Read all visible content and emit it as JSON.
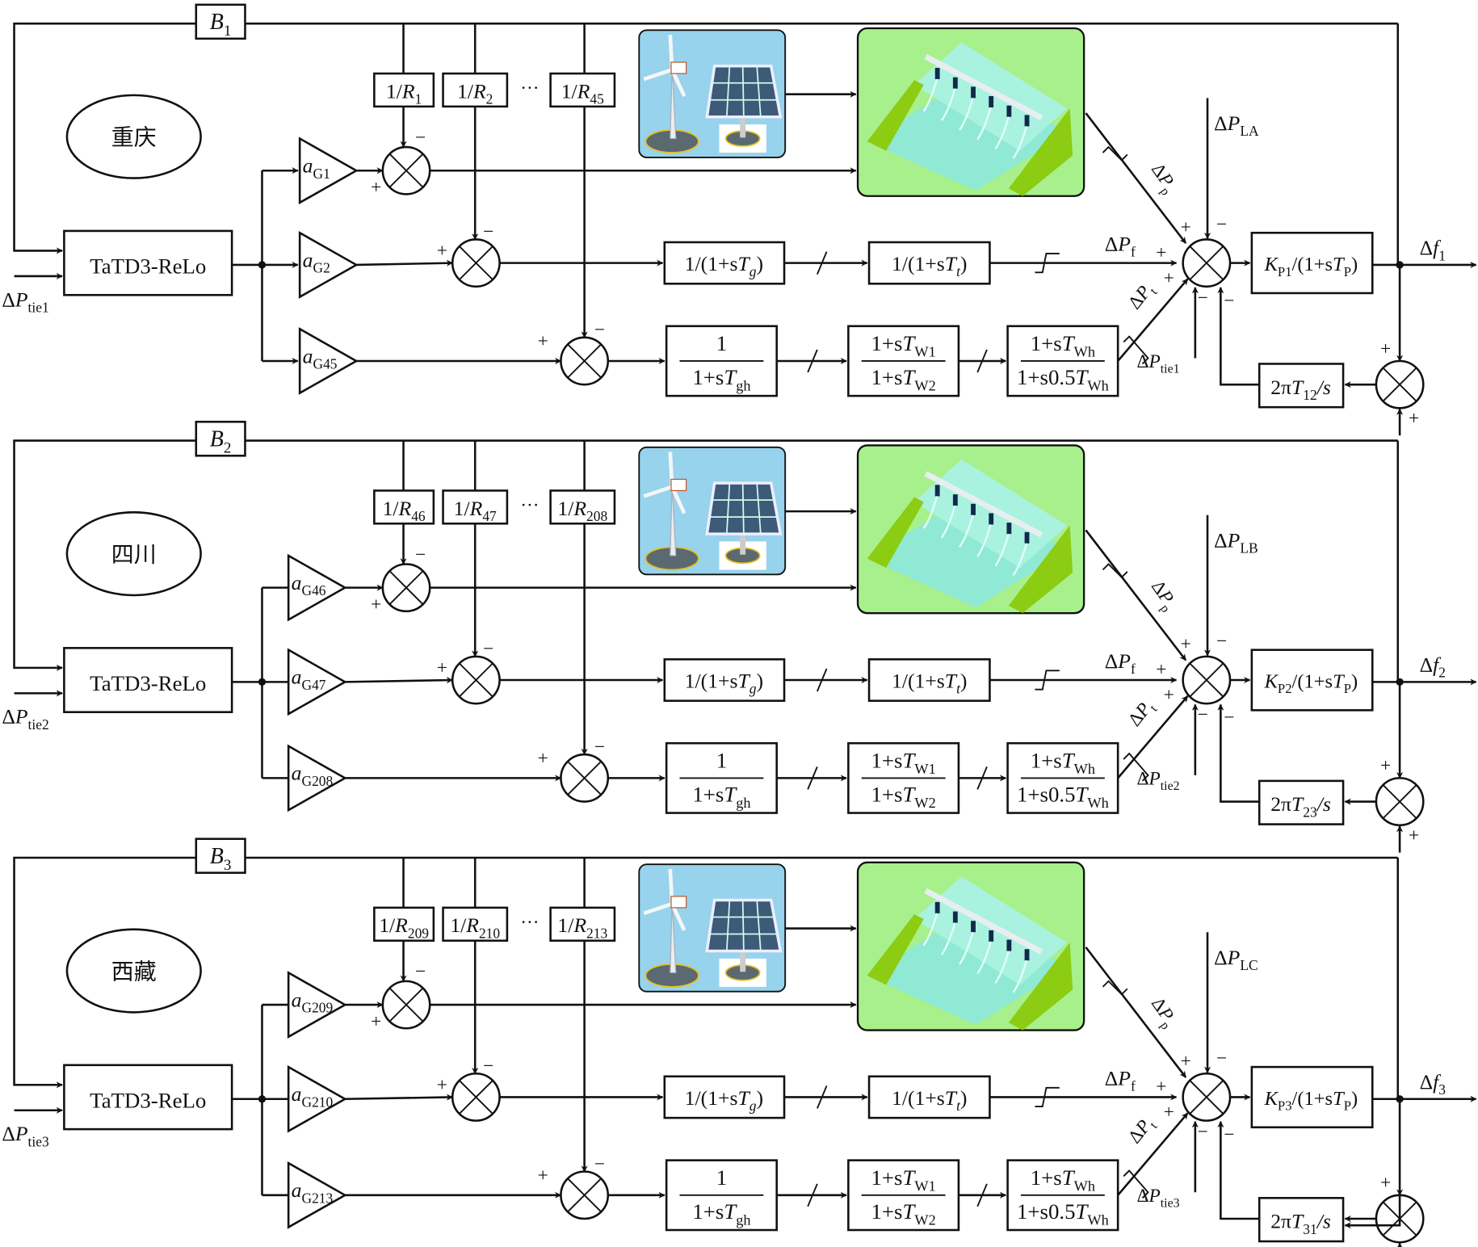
{
  "diagram": {
    "title": "Three-area hydro/wind/PV load frequency control block diagram",
    "colors": {
      "line": "#111111",
      "hydro_bg": "#a8f08c",
      "hydro_slope": "#8ccc12",
      "hydro_water": "#8ee8d8",
      "renew_bg": "#97d3ec",
      "panel": "#3d5a78"
    },
    "controller_label": "TaTD3-ReLo",
    "symbols": {
      "delta": "Δ",
      "plus": "+",
      "minus": "−",
      "ellipsis": "···",
      "gh_block_num": "1",
      "gh_block_den": "1+sT",
      "gh_block_den_sub": "gh",
      "w_block_num": "1+sT",
      "w_block_num_sub": "W1",
      "w_block_den": "1+sT",
      "w_block_den_sub": "W2",
      "wh_block_num": "1+sT",
      "wh_block_num_sub": "Wh",
      "wh_block_den": "1+s0.5T",
      "wh_block_den_sub": "Wh",
      "g_block": "1/(1+sT",
      "g_block_sub": "g",
      "t_block": "1/(1+sT",
      "t_block_sub": "t",
      "close_paren": ")",
      "dp_f": "P",
      "dp_f_sub": "f",
      "dp_p": "P",
      "dp_p_sub": "p",
      "dp_t": "P",
      "dp_t_sub": "t",
      "kp_prefix": "K",
      "kp_suffix": "/(1+sT",
      "kp_suffix_sub": "P",
      "tie_prefix": "2πT",
      "tie_suffix": "/s",
      "R_prefix": "1/R",
      "a_prefix": "a",
      "B_prefix": "B",
      "P_letter": "P",
      "f_letter": "f"
    },
    "areas": [
      {
        "name": "重庆",
        "B_sub": "1",
        "R_subs": [
          "1",
          "2",
          "45"
        ],
        "a_subs": [
          "G1",
          "G2",
          "G45"
        ],
        "tie_in_sub": "tie1",
        "load_sub": "LA",
        "kp_sub": "P1",
        "df_sub": "1",
        "tie_gain_sub": "12"
      },
      {
        "name": "四川",
        "B_sub": "2",
        "R_subs": [
          "46",
          "47",
          "208"
        ],
        "a_subs": [
          "G46",
          "G47",
          "G208"
        ],
        "tie_in_sub": "tie2",
        "load_sub": "LB",
        "kp_sub": "P2",
        "df_sub": "2",
        "tie_gain_sub": "23"
      },
      {
        "name": "西藏",
        "B_sub": "3",
        "R_subs": [
          "209",
          "210",
          "213"
        ],
        "a_subs": [
          "G209",
          "G210",
          "G213"
        ],
        "tie_in_sub": "tie3",
        "load_sub": "LC",
        "kp_sub": "P3",
        "df_sub": "3",
        "tie_gain_sub": "31"
      }
    ],
    "icons": {
      "renewable": "wind-turbine-and-solar-panel-icon",
      "hydro": "hydropower-dam-icon"
    }
  }
}
